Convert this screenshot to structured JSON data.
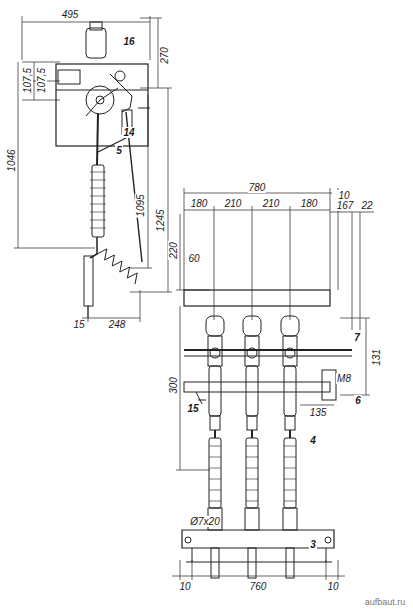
{
  "diagram": {
    "labels": [
      "495",
      "16",
      "270",
      "107,5",
      "107,5",
      "1046",
      "1095",
      "1245",
      "14",
      "5",
      "15",
      "248",
      "780",
      "10",
      "180",
      "210",
      "210",
      "180",
      "167",
      "22",
      "220",
      "60",
      "7",
      "131",
      "300",
      "M8",
      "6",
      "15",
      "135",
      "4",
      "3",
      "Ø7x20",
      "10",
      "760",
      "10",
      "aufbaut.ru"
    ]
  }
}
